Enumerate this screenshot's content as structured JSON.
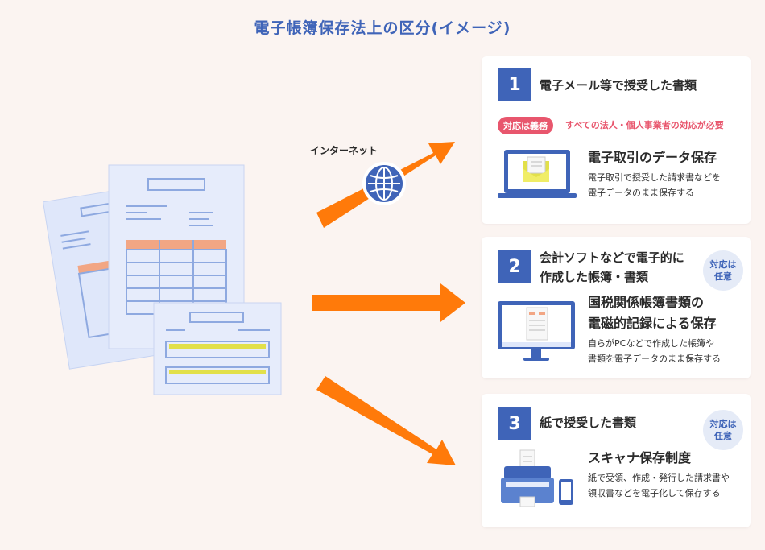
{
  "title": "電子帳簿保存法上の区分(イメージ)",
  "internet_label": "インターネット",
  "cards": [
    {
      "number": "1",
      "title_lines": [
        "電子メール等で授受した書類"
      ],
      "badge": "対応は義務",
      "note": "すべての法人・個人事業者の対応が必要",
      "sub_title_lines": [
        "電子取引のデータ保存"
      ],
      "desc_lines": [
        "電子取引で授受した請求書などを",
        "電子データのまま保存する"
      ]
    },
    {
      "number": "2",
      "title_lines": [
        "会計ソフトなどで電子的に",
        "作成した帳簿・書類"
      ],
      "badge_lines": [
        "対応は",
        "任意"
      ],
      "sub_title_lines": [
        "国税関係帳簿書類の",
        "電磁的記録による保存"
      ],
      "desc_lines": [
        "自らがPCなどで作成した帳簿や",
        "書類を電子データのまま保存する"
      ]
    },
    {
      "number": "3",
      "title_lines": [
        "紙で授受した書類"
      ],
      "badge_lines": [
        "対応は",
        "任意"
      ],
      "sub_title_lines": [
        "スキャナ保存制度"
      ],
      "desc_lines": [
        "紙で受領、作成・発行した請求書や",
        "領収書などを電子化して保存する"
      ]
    }
  ],
  "colors": {
    "accent": "#3f64b8",
    "arrow": "#ff7a0a",
    "mandatory": "#e8566d",
    "optional_bg": "#e5ebf7",
    "background": "#fbf4f1"
  }
}
